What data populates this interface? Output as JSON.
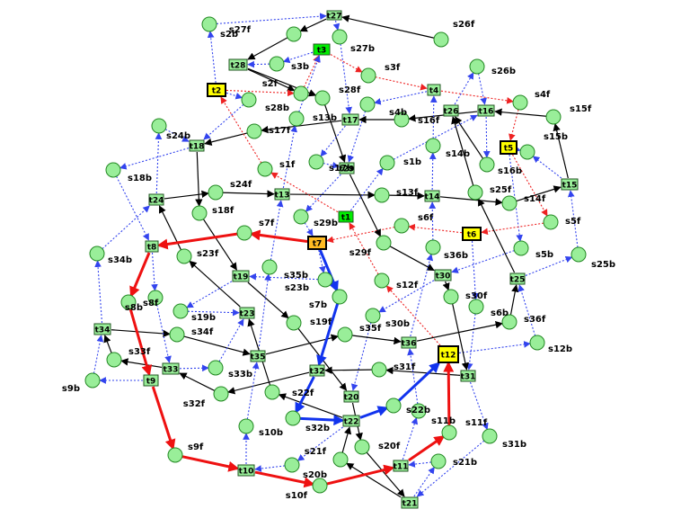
{
  "colors": {
    "state_fill": "#99ee99",
    "state_stroke": "#228822",
    "trans_fill": "#99ee99",
    "trans_stroke": "#225522",
    "trans_bright": "#00ee00",
    "trans_yellow": "#ffff00",
    "trans_orange": "#ffbb22",
    "black": "#000000",
    "blue_dotted": "#3344ee",
    "red_dotted": "#ee2222",
    "red_thick": "#ee1111",
    "blue_thick": "#1133ee"
  },
  "states": [
    {
      "id": "s2b",
      "label": "s2b"
    },
    {
      "id": "s27f",
      "label": "s27f"
    },
    {
      "id": "s27b",
      "label": "s27b"
    },
    {
      "id": "s26f",
      "label": "s26f"
    },
    {
      "id": "s3b",
      "label": "s3b"
    },
    {
      "id": "s3f",
      "label": "s3f"
    },
    {
      "id": "s26b",
      "label": "s26b"
    },
    {
      "id": "s2f",
      "label": "s2f"
    },
    {
      "id": "s28b",
      "label": "s28b"
    },
    {
      "id": "s28f",
      "label": "s28f"
    },
    {
      "id": "s4b",
      "label": "s4b"
    },
    {
      "id": "s4f",
      "label": "s4f"
    },
    {
      "id": "s13b",
      "label": "s13b"
    },
    {
      "id": "s16f",
      "label": "s16f"
    },
    {
      "id": "s15f",
      "label": "s15f"
    },
    {
      "id": "s24b",
      "label": "s24b"
    },
    {
      "id": "s17f",
      "label": "s17f"
    },
    {
      "id": "s14b",
      "label": "s14b"
    },
    {
      "id": "s15b",
      "label": "s15b"
    },
    {
      "id": "s18b",
      "label": "s18b"
    },
    {
      "id": "s1f",
      "label": "s1f"
    },
    {
      "id": "s17b",
      "label": "s17b"
    },
    {
      "id": "s1b",
      "label": "s1b"
    },
    {
      "id": "s16b",
      "label": "s16b"
    },
    {
      "id": "s24f",
      "label": "s24f"
    },
    {
      "id": "s13f",
      "label": "s13f"
    },
    {
      "id": "s25f",
      "label": "s25f"
    },
    {
      "id": "s14f",
      "label": "s14f"
    },
    {
      "id": "s18f",
      "label": "s18f"
    },
    {
      "id": "s29b",
      "label": "s29b"
    },
    {
      "id": "s6f",
      "label": "s6f"
    },
    {
      "id": "s5f",
      "label": "s5f"
    },
    {
      "id": "s7f",
      "label": "s7f"
    },
    {
      "id": "s29f",
      "label": "s29f"
    },
    {
      "id": "s36b",
      "label": "s36b"
    },
    {
      "id": "s34b",
      "label": "s34b"
    },
    {
      "id": "s23f",
      "label": "s23f"
    },
    {
      "id": "s5b",
      "label": "s5b"
    },
    {
      "id": "s25b",
      "label": "s25b"
    },
    {
      "id": "s35b",
      "label": "s35b"
    },
    {
      "id": "s23b",
      "label": "s23b"
    },
    {
      "id": "s12f",
      "label": "s12f"
    },
    {
      "id": "s7b",
      "label": "s7b"
    },
    {
      "id": "s30f",
      "label": "s30f"
    },
    {
      "id": "s8f",
      "label": "s8f"
    },
    {
      "id": "s8b",
      "label": "s8b"
    },
    {
      "id": "s19b",
      "label": "s19b"
    },
    {
      "id": "s6b",
      "label": "s6b"
    },
    {
      "id": "s19f",
      "label": "s19f"
    },
    {
      "id": "s30b",
      "label": "s30b"
    },
    {
      "id": "s36f",
      "label": "s36f"
    },
    {
      "id": "s34f",
      "label": "s34f"
    },
    {
      "id": "s35f",
      "label": "s35f"
    },
    {
      "id": "s12b",
      "label": "s12b"
    },
    {
      "id": "s33f",
      "label": "s33f"
    },
    {
      "id": "s33b",
      "label": "s33b"
    },
    {
      "id": "s31f",
      "label": "s31f"
    },
    {
      "id": "s9b",
      "label": "s9b"
    },
    {
      "id": "s32f",
      "label": "s32f"
    },
    {
      "id": "s22f",
      "label": "s22f"
    },
    {
      "id": "s22b",
      "label": "s22b"
    },
    {
      "id": "s10b",
      "label": "s10b"
    },
    {
      "id": "s32b",
      "label": "s32b"
    },
    {
      "id": "s11b",
      "label": "s11b"
    },
    {
      "id": "s11f",
      "label": "s11f"
    },
    {
      "id": "s31b",
      "label": "s31b"
    },
    {
      "id": "s9f",
      "label": "s9f"
    },
    {
      "id": "s20f",
      "label": "s20f"
    },
    {
      "id": "s21f",
      "label": "s21f"
    },
    {
      "id": "s20b",
      "label": "s20b"
    },
    {
      "id": "s21b",
      "label": "s21b"
    },
    {
      "id": "s10f",
      "label": "s10f"
    }
  ],
  "transitions": [
    {
      "id": "t27",
      "label": "t27",
      "style": "normal"
    },
    {
      "id": "t3",
      "label": "t3",
      "style": "bright"
    },
    {
      "id": "t28",
      "label": "t28",
      "style": "normal"
    },
    {
      "id": "t2",
      "label": "t2",
      "style": "yellow"
    },
    {
      "id": "t4",
      "label": "t4",
      "style": "normal"
    },
    {
      "id": "t26",
      "label": "t26",
      "style": "normal"
    },
    {
      "id": "t16",
      "label": "t16",
      "style": "normal"
    },
    {
      "id": "t17",
      "label": "t17",
      "style": "normal"
    },
    {
      "id": "t18",
      "label": "t18",
      "style": "normal"
    },
    {
      "id": "t5",
      "label": "t5",
      "style": "yellow"
    },
    {
      "id": "t29",
      "label": "t29",
      "style": "normal"
    },
    {
      "id": "t15",
      "label": "t15",
      "style": "normal"
    },
    {
      "id": "t24",
      "label": "t24",
      "style": "normal"
    },
    {
      "id": "t13",
      "label": "t13",
      "style": "normal"
    },
    {
      "id": "t14",
      "label": "t14",
      "style": "normal"
    },
    {
      "id": "t1",
      "label": "t1",
      "style": "bright"
    },
    {
      "id": "t6",
      "label": "t6",
      "style": "yellow"
    },
    {
      "id": "t7",
      "label": "t7",
      "style": "orange"
    },
    {
      "id": "t8",
      "label": "t8",
      "style": "normal"
    },
    {
      "id": "t19",
      "label": "t19",
      "style": "normal"
    },
    {
      "id": "t30",
      "label": "t30",
      "style": "normal"
    },
    {
      "id": "t25",
      "label": "t25",
      "style": "normal"
    },
    {
      "id": "t23",
      "label": "t23",
      "style": "normal"
    },
    {
      "id": "t34",
      "label": "t34",
      "style": "normal"
    },
    {
      "id": "t36",
      "label": "t36",
      "style": "normal"
    },
    {
      "id": "t12",
      "label": "t12",
      "style": "yellow"
    },
    {
      "id": "t35",
      "label": "t35",
      "style": "normal"
    },
    {
      "id": "t33",
      "label": "t33",
      "style": "normal"
    },
    {
      "id": "t9",
      "label": "t9",
      "style": "normal"
    },
    {
      "id": "t32",
      "label": "t32",
      "style": "normal"
    },
    {
      "id": "t31",
      "label": "t31",
      "style": "normal"
    },
    {
      "id": "t20",
      "label": "t20",
      "style": "normal"
    },
    {
      "id": "t22",
      "label": "t22",
      "style": "normal"
    },
    {
      "id": "t10",
      "label": "t10",
      "style": "normal"
    },
    {
      "id": "t11",
      "label": "t11",
      "style": "normal"
    },
    {
      "id": "t21",
      "label": "t21",
      "style": "normal"
    }
  ],
  "edges": [
    {
      "from": "s2b",
      "to": "t27",
      "style": "blue-dotted"
    },
    {
      "from": "t27",
      "to": "s27f",
      "style": "black"
    },
    {
      "from": "t27",
      "to": "s27b",
      "style": "blue-dotted"
    },
    {
      "from": "s26f",
      "to": "t27",
      "style": "black"
    },
    {
      "from": "s27f",
      "to": "t28",
      "style": "black"
    },
    {
      "from": "s27b",
      "to": "t17",
      "style": "blue-dotted"
    },
    {
      "from": "t3",
      "to": "s3b",
      "style": "blue-dotted"
    },
    {
      "from": "t3",
      "to": "s3f",
      "style": "red-dotted"
    },
    {
      "from": "s3f",
      "to": "t4",
      "style": "red-dotted"
    },
    {
      "from": "s3b",
      "to": "t28",
      "style": "blue-dotted"
    },
    {
      "from": "t28",
      "to": "s2f",
      "style": "black"
    },
    {
      "from": "t28",
      "to": "s28f",
      "style": "black"
    },
    {
      "from": "s2f",
      "to": "t3",
      "style": "red-dotted"
    },
    {
      "from": "t2",
      "to": "s2b",
      "style": "blue-dotted"
    },
    {
      "from": "t2",
      "to": "s28b",
      "style": "blue-dotted"
    },
    {
      "from": "t2",
      "to": "s2f",
      "style": "red-dotted"
    },
    {
      "from": "s28b",
      "to": "t18",
      "style": "blue-dotted"
    },
    {
      "from": "s28f",
      "to": "t29",
      "style": "black"
    },
    {
      "from": "t4",
      "to": "s4b",
      "style": "blue-dotted"
    },
    {
      "from": "t4",
      "to": "s4f",
      "style": "red-dotted"
    },
    {
      "from": "s4f",
      "to": "t5",
      "style": "red-dotted"
    },
    {
      "from": "s4b",
      "to": "t29",
      "style": "blue-dotted"
    },
    {
      "from": "s26b",
      "to": "t16",
      "style": "blue-dotted"
    },
    {
      "from": "t26",
      "to": "s26b",
      "style": "blue-dotted"
    },
    {
      "from": "s16b",
      "to": "t26",
      "style": "black"
    },
    {
      "from": "s15f",
      "to": "t16",
      "style": "black"
    },
    {
      "from": "t16",
      "to": "s16f",
      "style": "black"
    },
    {
      "from": "t16",
      "to": "s16b",
      "style": "blue-dotted"
    },
    {
      "from": "s16f",
      "to": "t17",
      "style": "black"
    },
    {
      "from": "t17",
      "to": "s17f",
      "style": "black"
    },
    {
      "from": "t17",
      "to": "s17b",
      "style": "blue-dotted"
    },
    {
      "from": "s17f",
      "to": "t18",
      "style": "black"
    },
    {
      "from": "s13b",
      "to": "t3",
      "style": "blue-dotted"
    },
    {
      "from": "t18",
      "to": "s18b",
      "style": "blue-dotted"
    },
    {
      "from": "t18",
      "to": "s18f",
      "style": "black"
    },
    {
      "from": "s24b",
      "to": "t18",
      "style": "blue-dotted"
    },
    {
      "from": "t24",
      "to": "s24b",
      "style": "blue-dotted"
    },
    {
      "from": "t24",
      "to": "s24f",
      "style": "black"
    },
    {
      "from": "s24f",
      "to": "t13",
      "style": "black"
    },
    {
      "from": "t13",
      "to": "s13b",
      "style": "blue-dotted"
    },
    {
      "from": "t13",
      "to": "s13f",
      "style": "black"
    },
    {
      "from": "s13f",
      "to": "t14",
      "style": "black"
    },
    {
      "from": "t14",
      "to": "s14b",
      "style": "blue-dotted"
    },
    {
      "from": "t14",
      "to": "s14f",
      "style": "black"
    },
    {
      "from": "s14b",
      "to": "t4",
      "style": "blue-dotted"
    },
    {
      "from": "s14f",
      "to": "t15",
      "style": "black"
    },
    {
      "from": "t15",
      "to": "s15f",
      "style": "black"
    },
    {
      "from": "t15",
      "to": "s15b",
      "style": "blue-dotted"
    },
    {
      "from": "s25b",
      "to": "t15",
      "style": "blue-dotted"
    },
    {
      "from": "t5",
      "to": "s5f",
      "style": "red-dotted"
    },
    {
      "from": "t5",
      "to": "s15b",
      "style": "blue-dotted"
    },
    {
      "from": "t5",
      "to": "s5b",
      "style": "blue-dotted"
    },
    {
      "from": "s5f",
      "to": "t6",
      "style": "red-dotted"
    },
    {
      "from": "t6",
      "to": "s6f",
      "style": "red-dotted"
    },
    {
      "from": "t6",
      "to": "s6b",
      "style": "blue-dotted"
    },
    {
      "from": "s6f",
      "to": "t7",
      "style": "red-dotted"
    },
    {
      "from": "s1f",
      "to": "t2",
      "style": "red-dotted"
    },
    {
      "from": "t1",
      "to": "s1f",
      "style": "red-dotted"
    },
    {
      "from": "t1",
      "to": "s1b",
      "style": "blue-dotted"
    },
    {
      "from": "s1b",
      "to": "t16",
      "style": "blue-dotted"
    },
    {
      "from": "s17b",
      "to": "t29",
      "style": "blue-dotted"
    },
    {
      "from": "t29",
      "to": "s29b",
      "style": "blue-dotted"
    },
    {
      "from": "t29",
      "to": "s29f",
      "style": "black"
    },
    {
      "from": "s29b",
      "to": "t7",
      "style": "blue-dotted"
    },
    {
      "from": "s29f",
      "to": "t30",
      "style": "black"
    },
    {
      "from": "s18b",
      "to": "t8",
      "style": "blue-dotted"
    },
    {
      "from": "s18f",
      "to": "t19",
      "style": "black"
    },
    {
      "from": "t7",
      "to": "s7f",
      "style": "red-thick"
    },
    {
      "from": "t7",
      "to": "s7b",
      "style": "blue-thick"
    },
    {
      "from": "t7",
      "to": "s23b",
      "style": "blue-dotted"
    },
    {
      "from": "s7f",
      "to": "t8",
      "style": "red-thick"
    },
    {
      "from": "t8",
      "to": "s8f",
      "style": "red-thick"
    },
    {
      "from": "t8",
      "to": "s8b",
      "style": "blue-dotted"
    },
    {
      "from": "s8f",
      "to": "t9",
      "style": "red-thick"
    },
    {
      "from": "s34b",
      "to": "t24",
      "style": "blue-dotted"
    },
    {
      "from": "s23f",
      "to": "t24",
      "style": "black"
    },
    {
      "from": "t23",
      "to": "s23f",
      "style": "black"
    },
    {
      "from": "s23b",
      "to": "t19",
      "style": "blue-dotted"
    },
    {
      "from": "t19",
      "to": "s19b",
      "style": "blue-dotted"
    },
    {
      "from": "t19",
      "to": "s19f",
      "style": "black"
    },
    {
      "from": "s35b",
      "to": "t13",
      "style": "blue-dotted"
    },
    {
      "from": "t35",
      "to": "s35b",
      "style": "blue-dotted"
    },
    {
      "from": "s36b",
      "to": "t14",
      "style": "blue-dotted"
    },
    {
      "from": "t36",
      "to": "s36b",
      "style": "blue-dotted"
    },
    {
      "from": "t30",
      "to": "s30b",
      "style": "blue-dotted"
    },
    {
      "from": "t30",
      "to": "s30f",
      "style": "black"
    },
    {
      "from": "s5b",
      "to": "t30",
      "style": "blue-dotted"
    },
    {
      "from": "s6b",
      "to": "t31",
      "style": "blue-dotted"
    },
    {
      "from": "t25",
      "to": "s25f",
      "style": "black"
    },
    {
      "from": "t25",
      "to": "s25b",
      "style": "blue-dotted"
    },
    {
      "from": "s25f",
      "to": "t26",
      "style": "black"
    },
    {
      "from": "s36f",
      "to": "t25",
      "style": "black"
    },
    {
      "from": "s12b",
      "to": "t25",
      "style": "blue-dotted"
    },
    {
      "from": "t12",
      "to": "s12f",
      "style": "red-dotted"
    },
    {
      "from": "t12",
      "to": "s12b",
      "style": "blue-dotted"
    },
    {
      "from": "s12f",
      "to": "t1",
      "style": "red-dotted"
    },
    {
      "from": "s7b",
      "to": "t32",
      "style": "blue-thick"
    },
    {
      "from": "s30f",
      "to": "t31",
      "style": "black"
    },
    {
      "from": "s30b",
      "to": "t20",
      "style": "blue-dotted"
    },
    {
      "from": "s19b",
      "to": "t23",
      "style": "blue-dotted"
    },
    {
      "from": "s19f",
      "to": "t20",
      "style": "black"
    },
    {
      "from": "t34",
      "to": "s34b",
      "style": "blue-dotted"
    },
    {
      "from": "t34",
      "to": "s34f",
      "style": "black"
    },
    {
      "from": "s34f",
      "to": "t35",
      "style": "black"
    },
    {
      "from": "t35",
      "to": "s35f",
      "style": "black"
    },
    {
      "from": "s35f",
      "to": "t36",
      "style": "black"
    },
    {
      "from": "t36",
      "to": "s36f",
      "style": "black"
    },
    {
      "from": "t31",
      "to": "s31f",
      "style": "black"
    },
    {
      "from": "t31",
      "to": "s31b",
      "style": "blue-dotted"
    },
    {
      "from": "s31f",
      "to": "t32",
      "style": "black"
    },
    {
      "from": "t32",
      "to": "s32f",
      "style": "black"
    },
    {
      "from": "t32",
      "to": "s32b",
      "style": "blue-thick"
    },
    {
      "from": "s32f",
      "to": "t33",
      "style": "black"
    },
    {
      "from": "t33",
      "to": "s33f",
      "style": "black"
    },
    {
      "from": "t33",
      "to": "s33b",
      "style": "blue-dotted"
    },
    {
      "from": "s33f",
      "to": "t34",
      "style": "black"
    },
    {
      "from": "s33b",
      "to": "t23",
      "style": "blue-dotted"
    },
    {
      "from": "s8b",
      "to": "t33",
      "style": "blue-dotted"
    },
    {
      "from": "t9",
      "to": "s9b",
      "style": "blue-dotted"
    },
    {
      "from": "t9",
      "to": "s9f",
      "style": "red-thick"
    },
    {
      "from": "s9b",
      "to": "t34",
      "style": "blue-dotted"
    },
    {
      "from": "s9f",
      "to": "t10",
      "style": "red-thick"
    },
    {
      "from": "s32b",
      "to": "t22",
      "style": "blue-thick"
    },
    {
      "from": "t22",
      "to": "s22f",
      "style": "black"
    },
    {
      "from": "t22",
      "to": "s22b",
      "style": "blue-thick"
    },
    {
      "from": "t22",
      "to": "s20b",
      "style": "blue-dotted"
    },
    {
      "from": "s22f",
      "to": "t23",
      "style": "black"
    },
    {
      "from": "s22b",
      "to": "t12",
      "style": "blue-thick"
    },
    {
      "from": "t20",
      "to": "s20f",
      "style": "black"
    },
    {
      "from": "s20f",
      "to": "t21",
      "style": "black"
    },
    {
      "from": "s20b",
      "to": "t10",
      "style": "blue-dotted"
    },
    {
      "from": "t10",
      "to": "s10b",
      "style": "blue-dotted"
    },
    {
      "from": "t10",
      "to": "s10f",
      "style": "red-thick"
    },
    {
      "from": "s10b",
      "to": "t35",
      "style": "blue-dotted"
    },
    {
      "from": "s10f",
      "to": "t11",
      "style": "red-thick"
    },
    {
      "from": "t11",
      "to": "s11b",
      "style": "blue-dotted"
    },
    {
      "from": "t11",
      "to": "s11f",
      "style": "red-thick"
    },
    {
      "from": "s11b",
      "to": "t36",
      "style": "blue-dotted"
    },
    {
      "from": "s11f",
      "to": "t12",
      "style": "red-thick"
    },
    {
      "from": "t21",
      "to": "s21f",
      "style": "black"
    },
    {
      "from": "t21",
      "to": "s21b",
      "style": "blue-dotted"
    },
    {
      "from": "s21f",
      "to": "t22",
      "style": "black"
    },
    {
      "from": "s21b",
      "to": "t11",
      "style": "blue-dotted"
    },
    {
      "from": "s31b",
      "to": "t21",
      "style": "blue-dotted"
    }
  ]
}
